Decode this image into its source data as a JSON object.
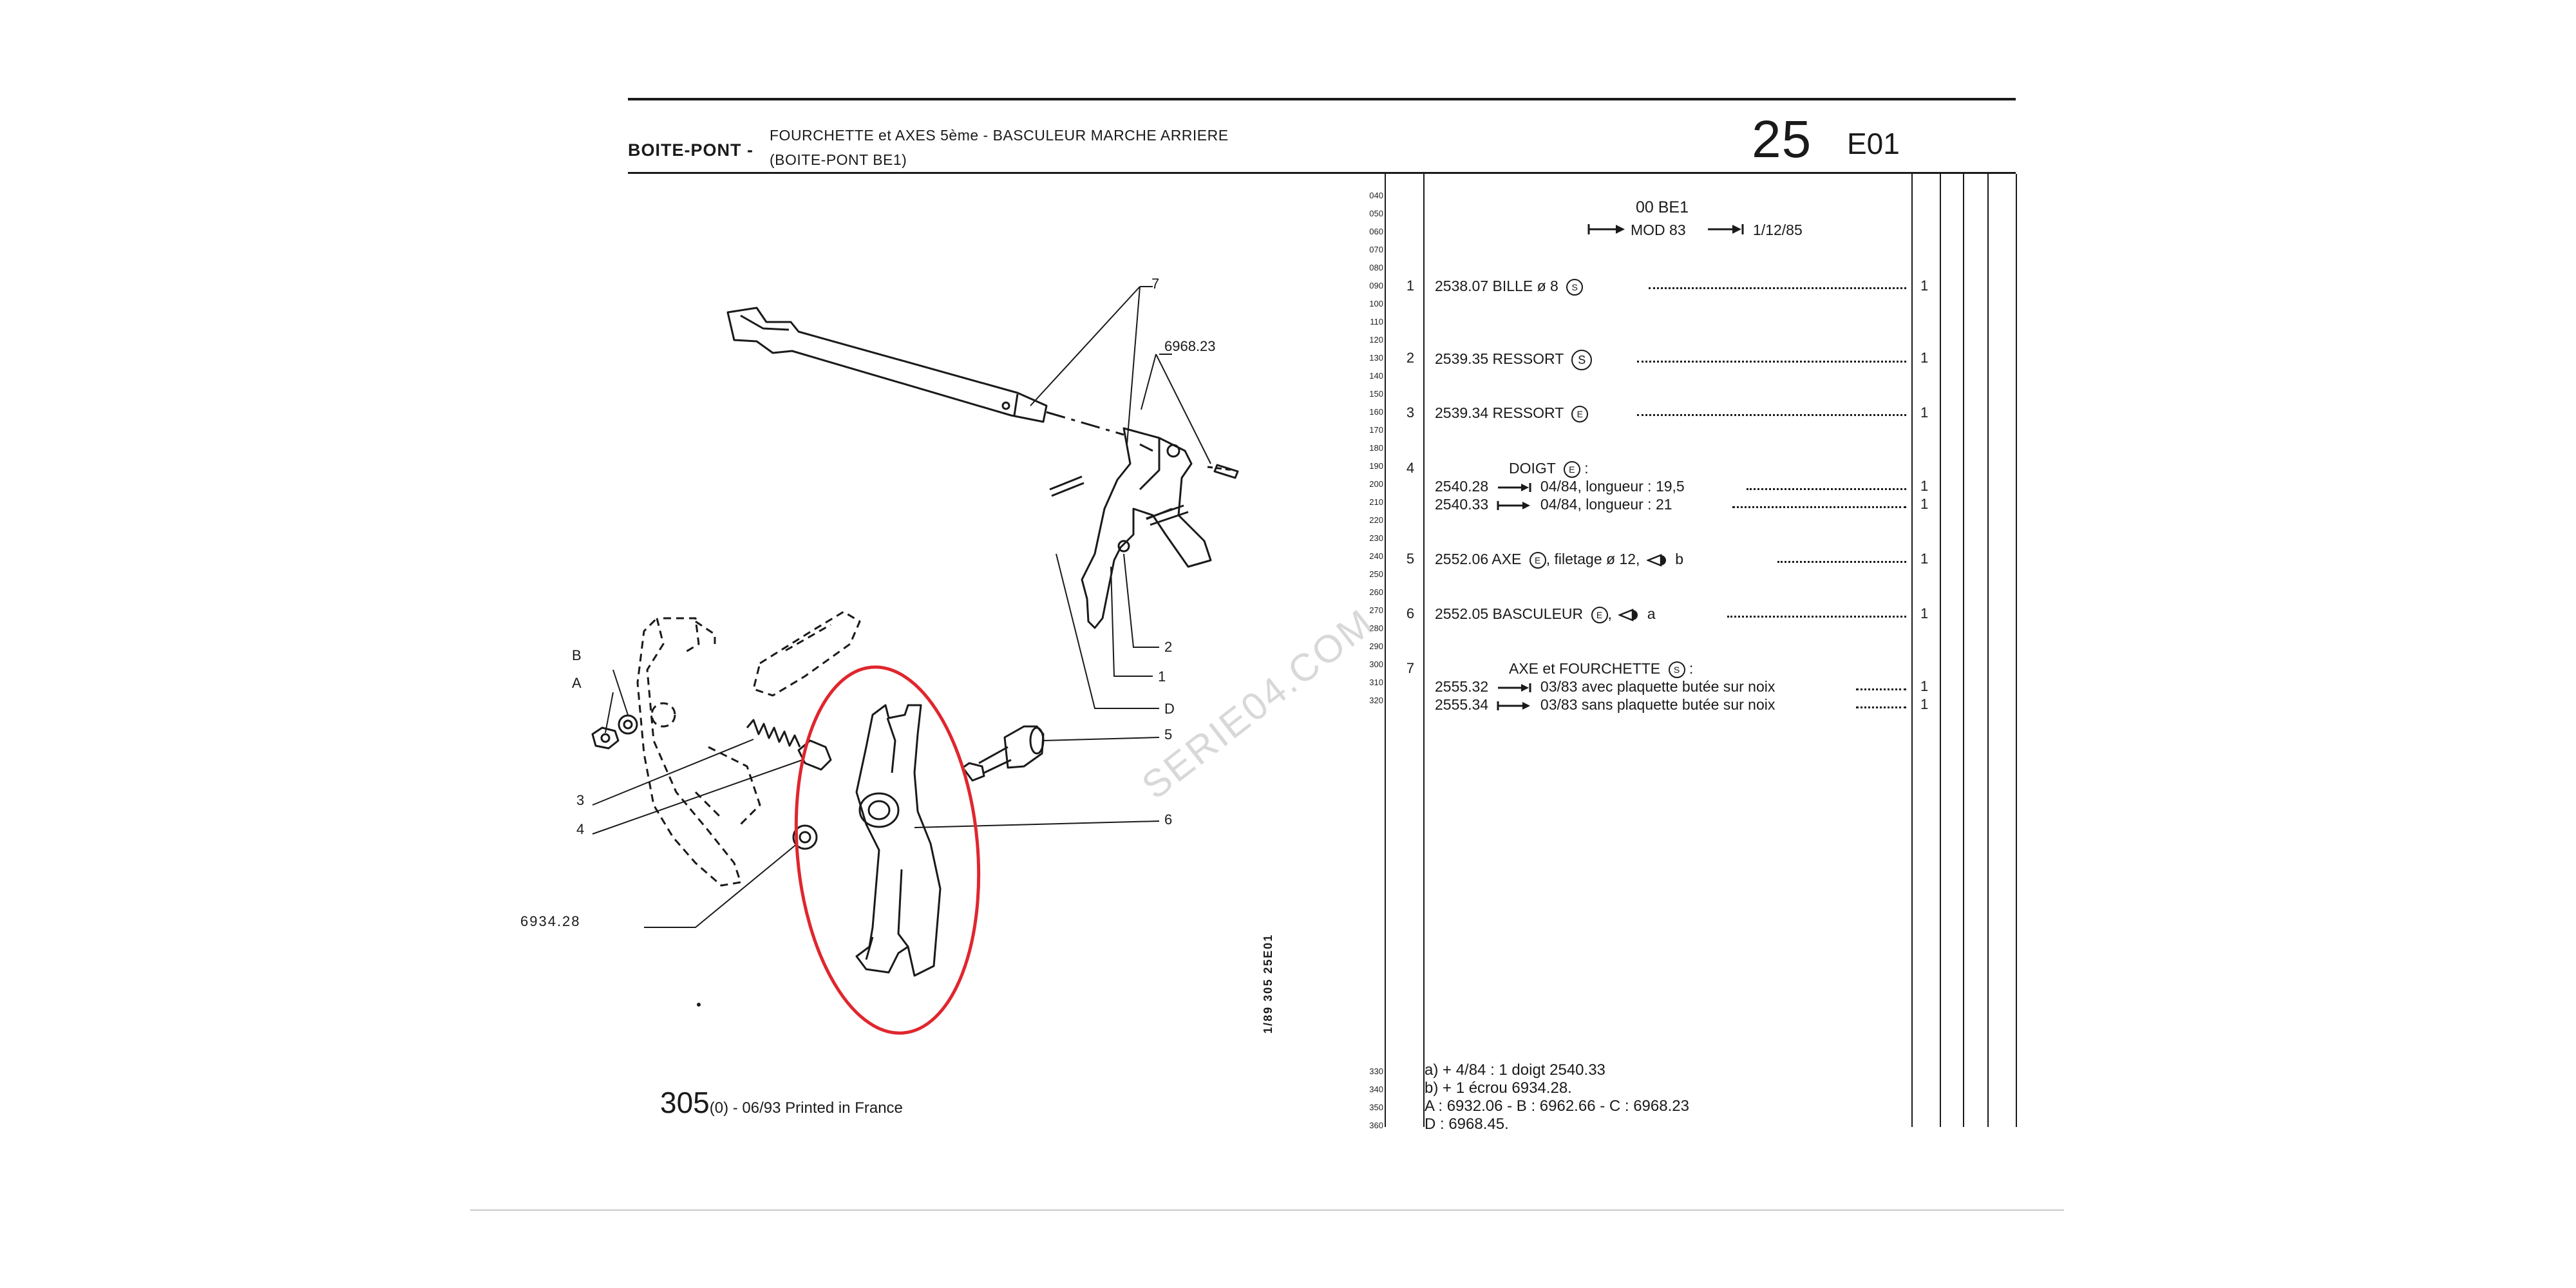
{
  "header": {
    "section": "BOITE-PONT -",
    "title_line1": "FOURCHETTE et AXES 5ème - BASCULEUR MARCHE ARRIERE",
    "title_line2": "(BOITE-PONT BE1)",
    "group_number": "25",
    "group_code": "E01"
  },
  "model": {
    "code": "00 BE1",
    "arrow_range": "MOD 83",
    "date": "1/12/85"
  },
  "line_numbers": [
    "040",
    "050",
    "060",
    "070",
    "080",
    "090",
    "100",
    "110",
    "120",
    "130",
    "140",
    "150",
    "160",
    "170",
    "180",
    "190",
    "200",
    "210",
    "220",
    "230",
    "240",
    "250",
    "260",
    "270",
    "280",
    "290",
    "300",
    "310",
    "320"
  ],
  "footnote_line_numbers": [
    "330",
    "340",
    "350",
    "360"
  ],
  "parts": [
    {
      "pos": "1",
      "ref": "2538.07",
      "desc": "BILLE ø 8",
      "mark": "S",
      "qty": "1"
    },
    {
      "pos": "2",
      "ref": "2539.35",
      "desc": "RESSORT",
      "mark": "S",
      "qty": "1"
    },
    {
      "pos": "3",
      "ref": "2539.34",
      "desc": "RESSORT",
      "mark": "E",
      "qty": "1"
    },
    {
      "pos": "4",
      "desc": "DOIGT",
      "mark": "E",
      "variants": [
        {
          "ref": "2540.28",
          "text": "04/84, longueur : 19,5",
          "qty": "1"
        },
        {
          "ref": "2540.33",
          "text": "04/84, longueur : 21",
          "qty": "1"
        }
      ]
    },
    {
      "pos": "5",
      "ref": "2552.06",
      "desc": "AXE",
      "mark": "E",
      "extra": ", filetage ø 12,",
      "tag": "b",
      "qty": "1"
    },
    {
      "pos": "6",
      "ref": "2552.05",
      "desc": "BASCULEUR",
      "mark": "E",
      "extra": ",",
      "tag": "a",
      "qty": "1"
    },
    {
      "pos": "7",
      "desc": "AXE et FOURCHETTE",
      "mark": "S",
      "variants": [
        {
          "ref": "2555.32",
          "text": "03/83 avec plaquette butée sur noix",
          "qty": "1"
        },
        {
          "ref": "2555.34",
          "text": "03/83 sans plaquette butée sur noix",
          "qty": "1"
        }
      ]
    }
  ],
  "footnotes": [
    "a)   +   4/84 : 1 doigt 2540.33",
    "b)   +   1 écrou 6934.28.",
    "A : 6932.06 - B : 6962.66 - C : 6968.23",
    "D : 6968.45."
  ],
  "diagram": {
    "callouts": [
      "7",
      "6968.23",
      "2",
      "1",
      "D",
      "5",
      "6",
      "B",
      "A",
      "3",
      "4",
      "6934.28"
    ],
    "side_code": "1/89 305 25E01"
  },
  "footer": {
    "number": "305",
    "suffix": "(0) - 06/93 Printed in France"
  },
  "watermark": "SERIE04.COM",
  "colors": {
    "ink": "#1a1a1a",
    "highlight_circle": "#e0262e",
    "watermark": "#b9b9b9"
  }
}
